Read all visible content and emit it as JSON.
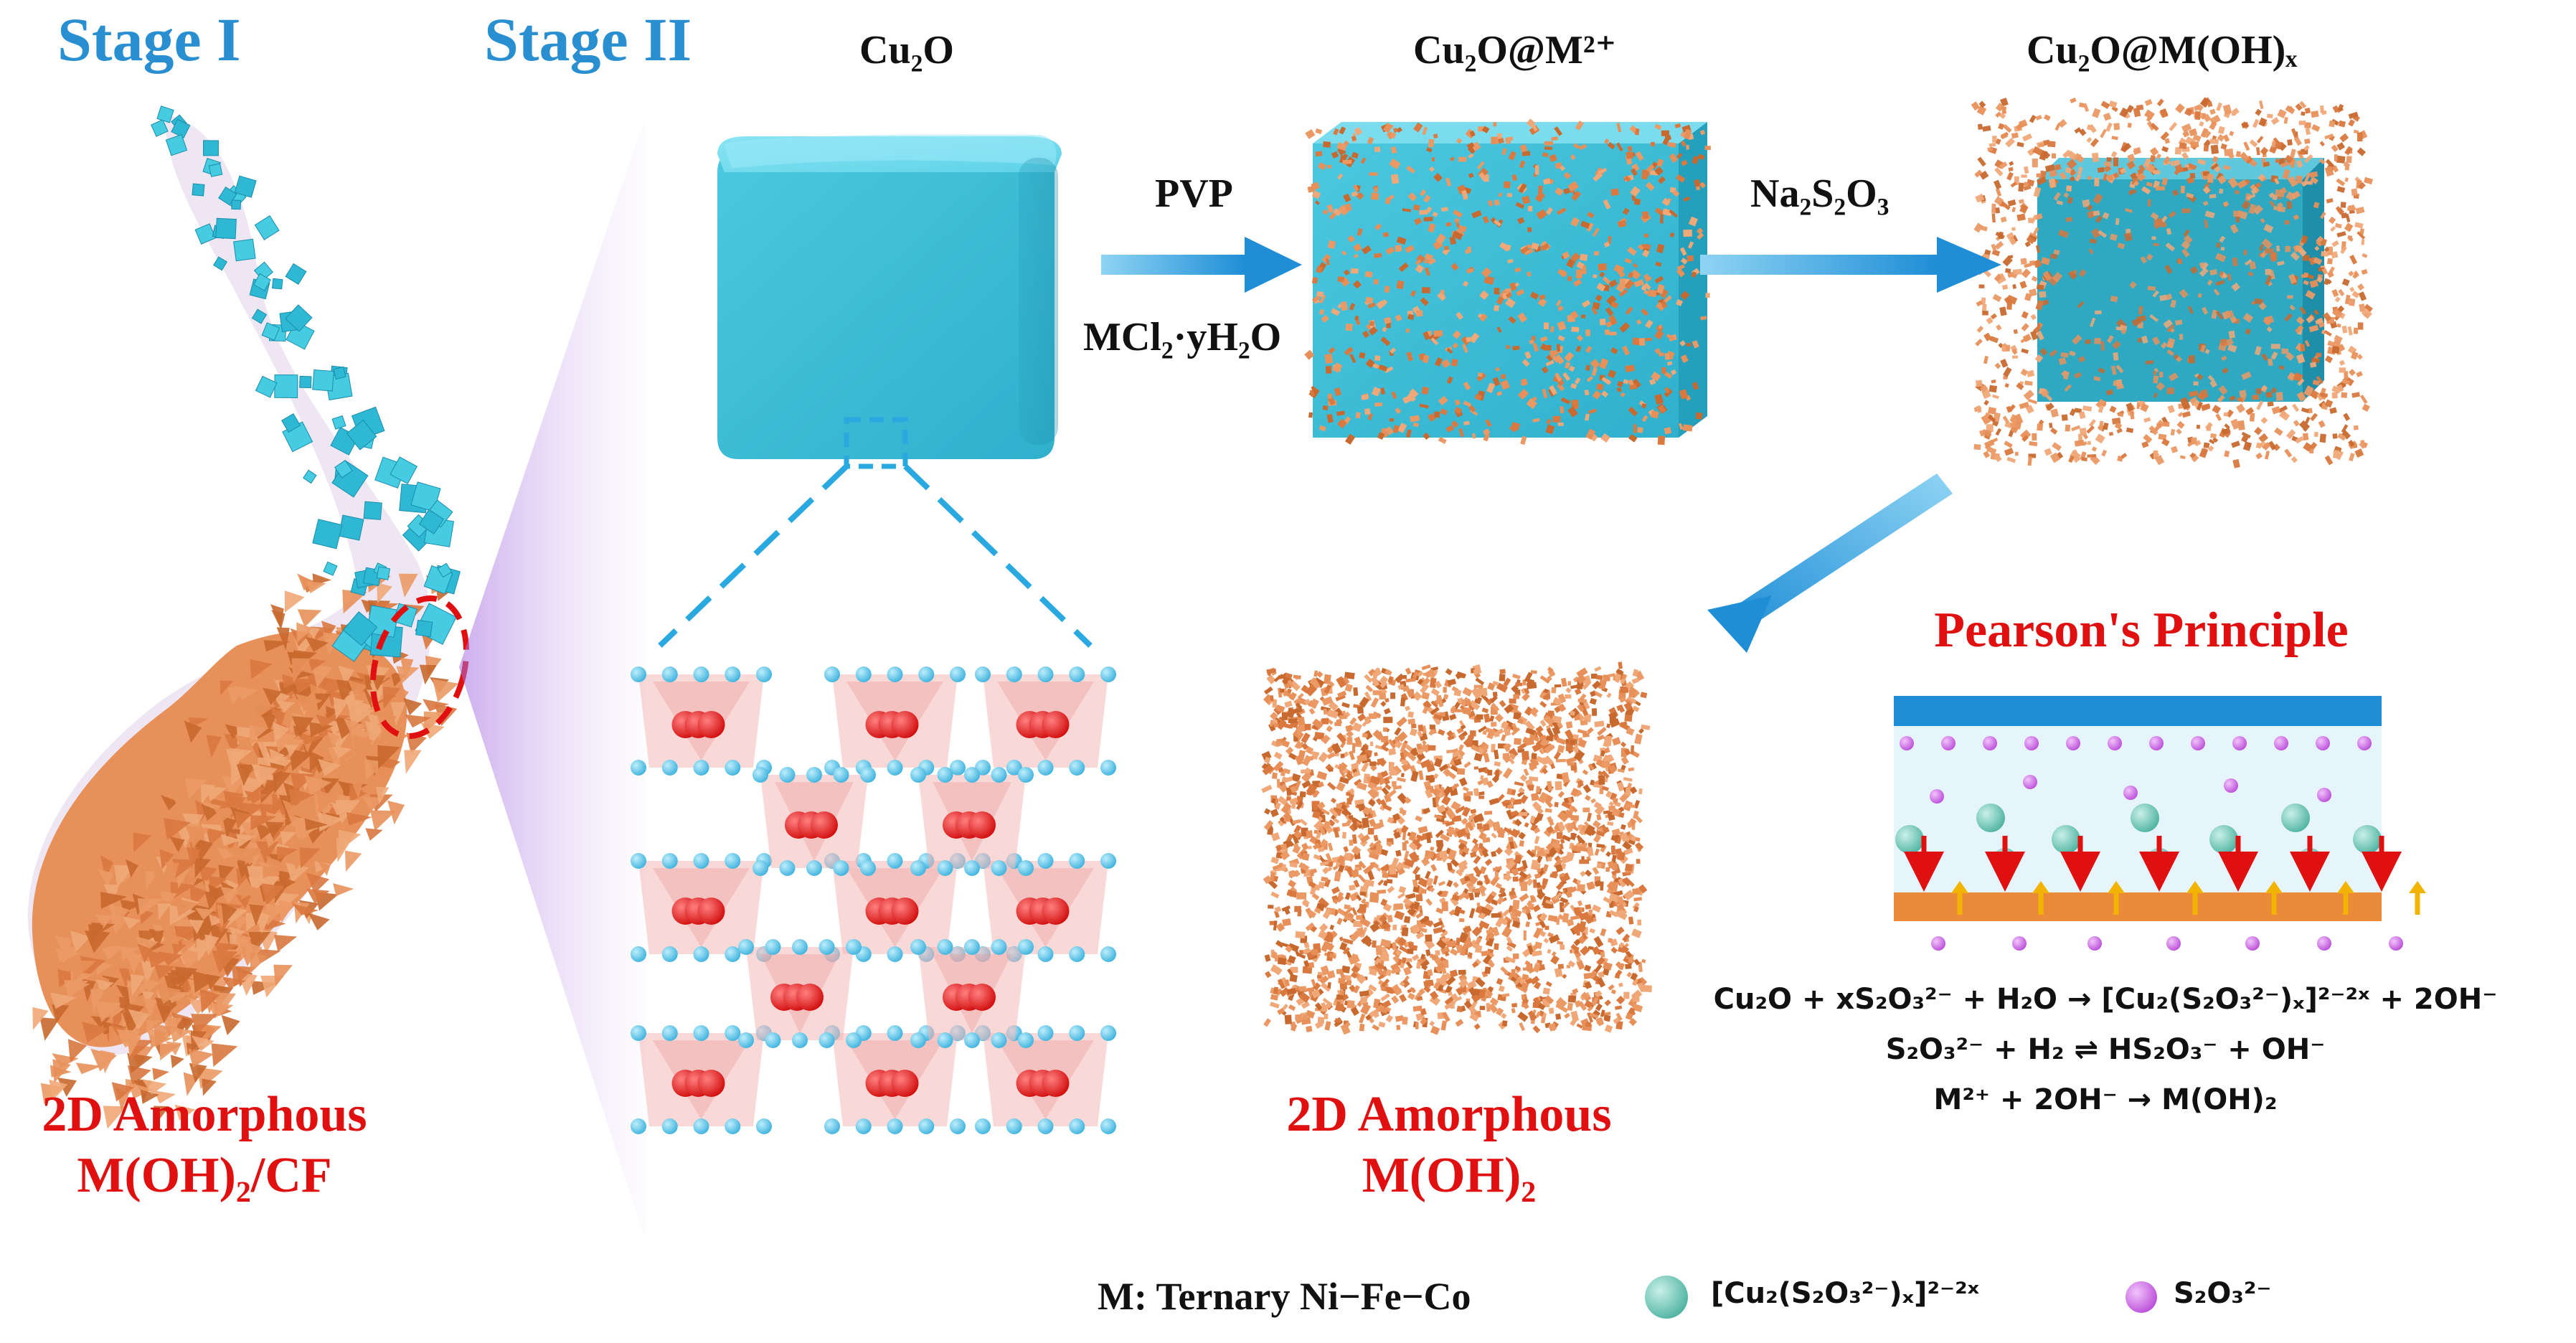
{
  "stage1": "Stage I",
  "stage2": "Stage II",
  "cube_labels": {
    "cu2o": "Cu₂O",
    "cu2o_m": "Cu₂O@M²⁺",
    "cu2o_moh": "Cu₂O@M(OH)ₓ"
  },
  "arrow_labels": {
    "pvp": "PVP",
    "mcl": "MCl₂·yH₂O",
    "na2s2o3": "Na₂S₂O₃"
  },
  "bottom_labels": {
    "cf_line1": "2D Amorphous",
    "cf_line2": "M(OH)₂/CF",
    "moh_line1": "2D Amorphous",
    "moh_line2": "M(OH)₂"
  },
  "pearson": {
    "title": "Pearson's Principle"
  },
  "equations": [
    "Cu₂O + xS₂O₃²⁻ + H₂O → [Cu₂(S₂O₃²⁻)ₓ]²⁻²ˣ + 2OH⁻",
    "S₂O₃²⁻ + H₂ ⇌ HS₂O₃⁻ + OH⁻",
    "M²⁺ + 2OH⁻ → M(OH)₂"
  ],
  "legend": {
    "m_label": "M:  Ternary Ni−Fe−Co",
    "complex_label": "[Cu₂(S₂O₃²⁻)ₓ]²⁻²ˣ",
    "thio_label": "S₂O₃²⁻"
  },
  "colors": {
    "cube_cyan": "#47c6df",
    "copper": "#e8905a",
    "arrow_blue": "#1f8ed6",
    "title_blue": "#2a8fd0",
    "red": "#e01010",
    "violet": "#cc66e0",
    "teal_sphere": "#5fc2b2"
  }
}
